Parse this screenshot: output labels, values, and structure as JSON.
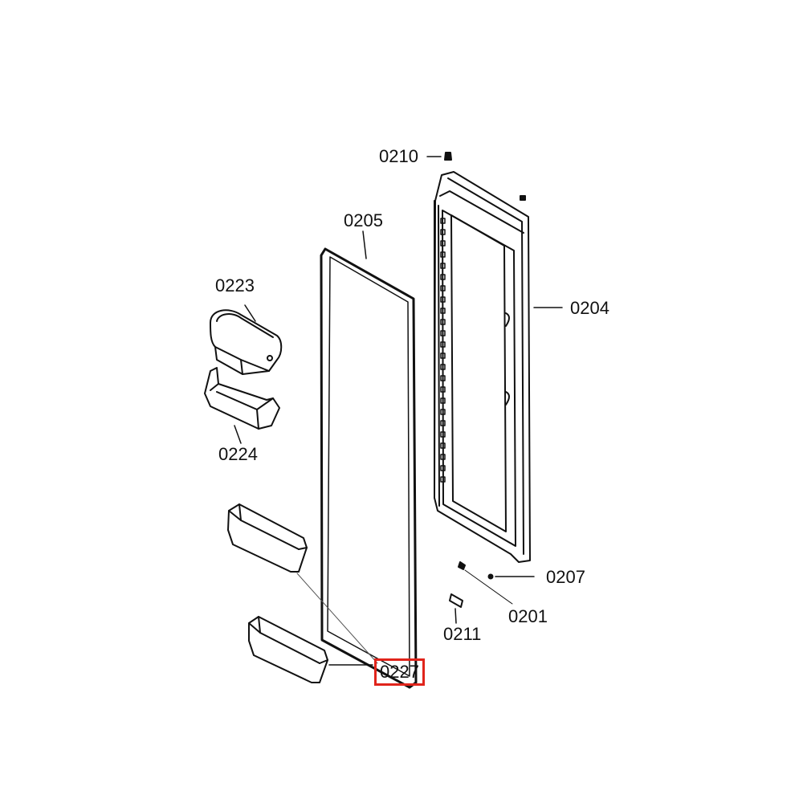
{
  "diagram": {
    "highlight_color": "#e0241b",
    "callouts": {
      "c0210": "0210",
      "c0205": "0205",
      "c0204": "0204",
      "c0223": "0223",
      "c0224": "0224",
      "c0207": "0207",
      "c0201": "0201",
      "c0211": "0211",
      "c0227": "0227"
    },
    "highlighted_callout": "0227"
  }
}
